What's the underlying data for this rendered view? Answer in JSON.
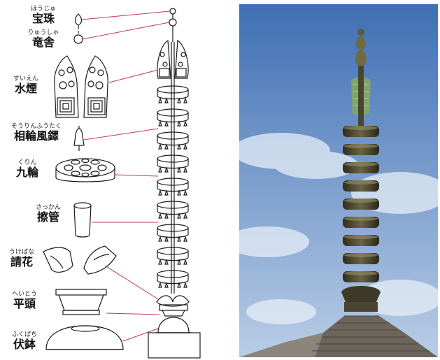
{
  "labels": [
    {
      "id": "hoju",
      "ruby": "ほうじゅ",
      "kanji": "宝珠"
    },
    {
      "id": "ryusha",
      "ruby": "りゅうしゃ",
      "kanji": "竜舎"
    },
    {
      "id": "suien",
      "ruby": "すいえん",
      "kanji": "水煙"
    },
    {
      "id": "sorinfutaku",
      "ruby": "そうりんふうたく",
      "kanji": "相輪風鐸"
    },
    {
      "id": "kurin",
      "ruby": "くりん",
      "kanji": "九輪"
    },
    {
      "id": "sakkan",
      "ruby": "さっかん",
      "kanji": "擦管"
    },
    {
      "id": "ukebana",
      "ruby": "うけばな",
      "kanji": "請花"
    },
    {
      "id": "heito",
      "ruby": "へいとう",
      "kanji": "平頭"
    },
    {
      "id": "fukubachi",
      "ruby": "ふくばち",
      "kanji": "伏鉢"
    }
  ],
  "colors": {
    "leader_line": "#c0394b",
    "ink": "#1a1a1a",
    "sky_top": "#3f6fb4",
    "sky_bottom": "#b9cde6",
    "bronze": "#4a4530",
    "roof": "#6b655c"
  }
}
